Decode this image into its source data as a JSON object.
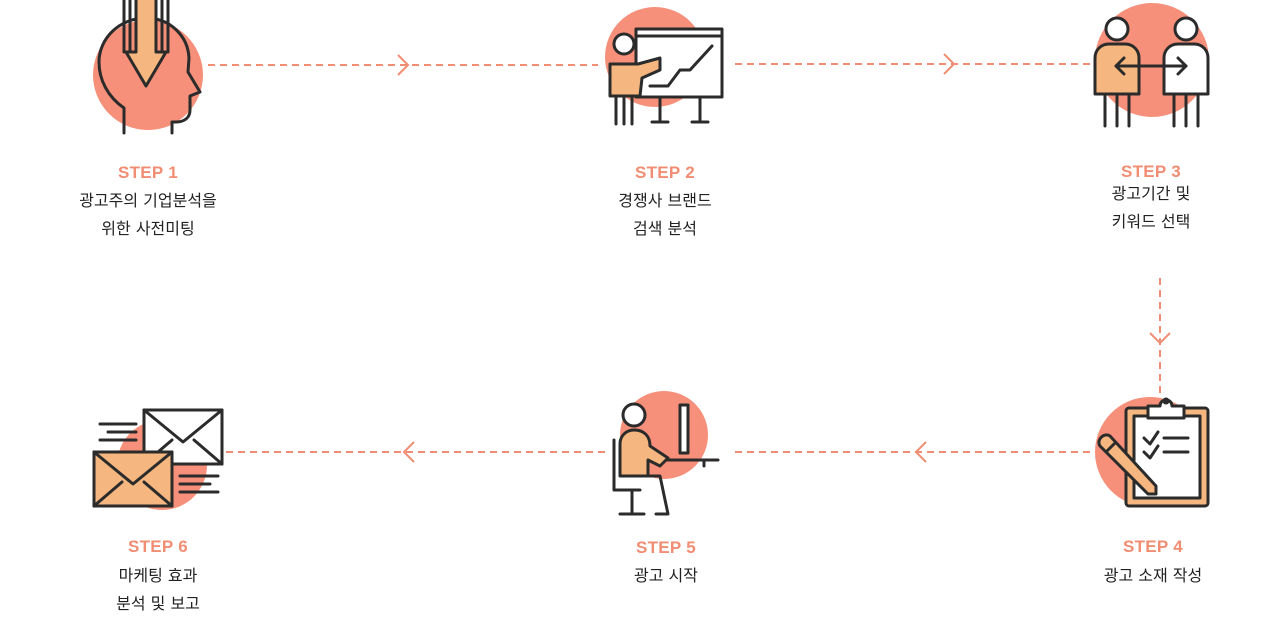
{
  "colors": {
    "accent": "#f08d73",
    "circle": "#f7907a",
    "figure_fill": "#f5b77f",
    "outline": "#2b2b2b",
    "text": "#222222"
  },
  "steps": [
    {
      "title": "STEP 1",
      "lines": [
        "광고주의 기업분석을",
        "위한 사전미팅"
      ],
      "icon": "head-download-icon"
    },
    {
      "title": "STEP 2",
      "lines": [
        "경쟁사 브랜드",
        "검색 분석"
      ],
      "icon": "presentation-board-icon"
    },
    {
      "title": "STEP 3",
      "lines": [
        "광고기간 및",
        "키워드 선택"
      ],
      "icon": "two-people-exchange-icon"
    },
    {
      "title": "STEP 4",
      "lines": [
        "광고 소재 작성"
      ],
      "icon": "clipboard-pen-icon"
    },
    {
      "title": "STEP 5",
      "lines": [
        "광고 시작"
      ],
      "icon": "person-at-computer-icon"
    },
    {
      "title": "STEP 6",
      "lines": [
        "마케팅 효과",
        "분석 및 보고"
      ],
      "icon": "envelopes-icon"
    }
  ]
}
